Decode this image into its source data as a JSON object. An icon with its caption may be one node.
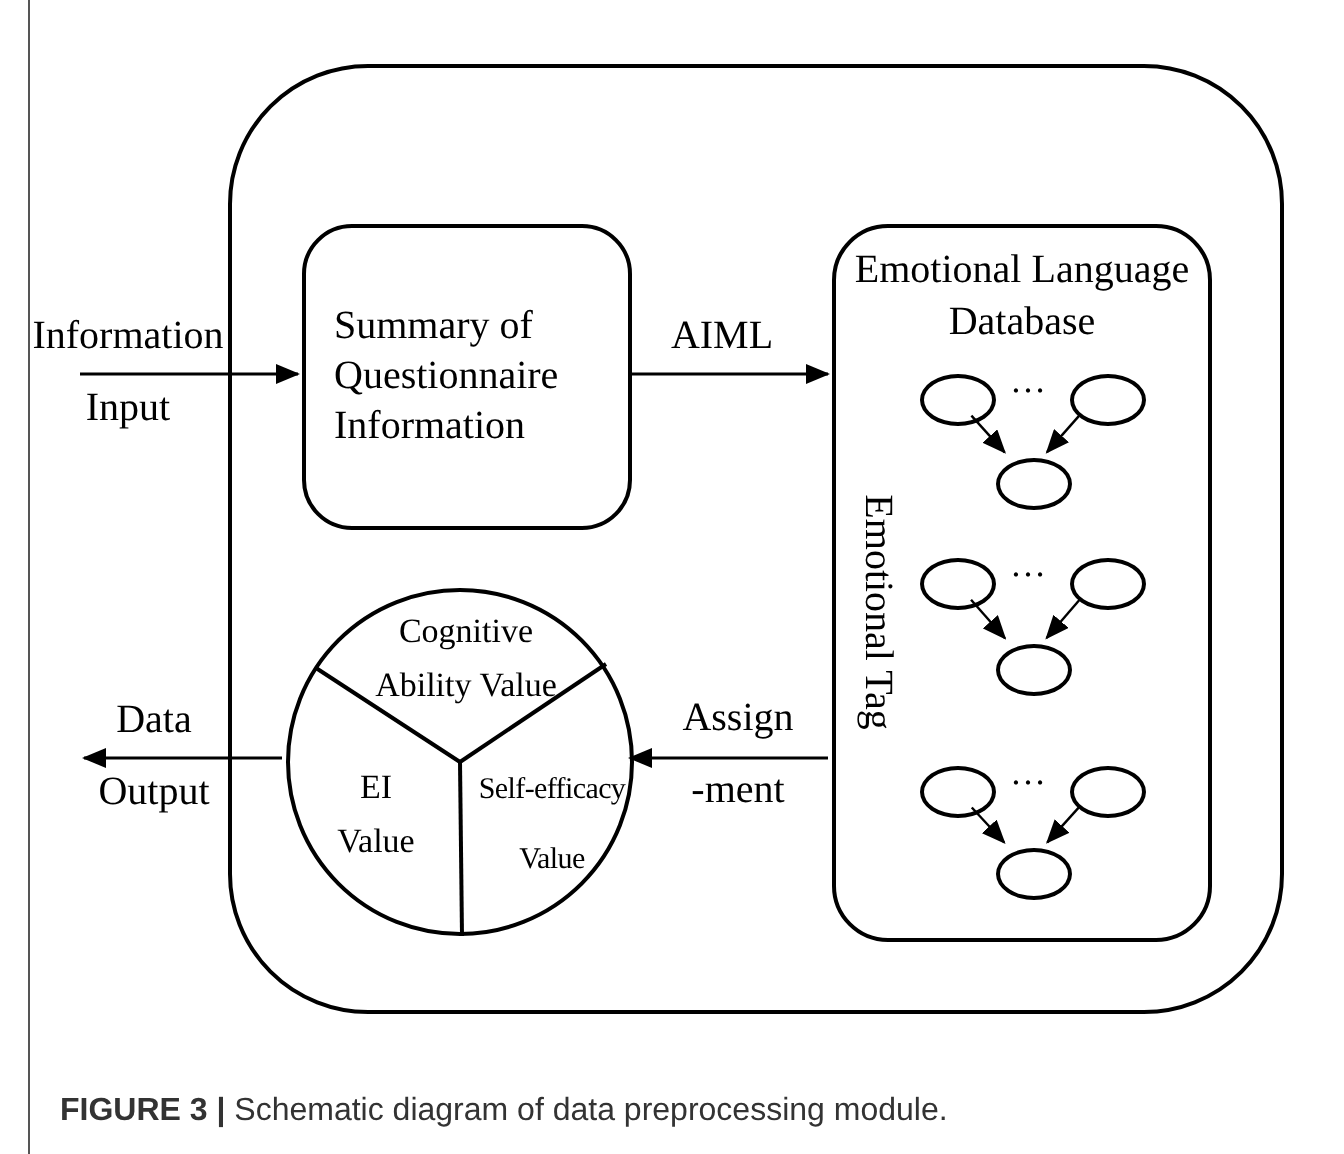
{
  "diagram": {
    "caption": "**FIGURE 3 |** Schematic diagram of data preprocessing module.",
    "nodes": [
      {
        "text": [],
        "shape": "box"
      },
      {
        "text": [
          "Summary of Questionnaire Information"
        ],
        "in": 0
      },
      {
        "text": [
          "Emotional Language Database",
          "Emotional Tag"
        ],
        "in": 0
      },
      {
        "text": [],
        "shape": "circle",
        "in": 2
      },
      {
        "text": [],
        "shape": "circle",
        "in": 2
      },
      {
        "text": [],
        "shape": "circle",
        "in": 2
      },
      {
        "text": [],
        "shape": "circle",
        "in": 2
      },
      {
        "text": [],
        "shape": "circle",
        "in": 2
      },
      {
        "text": [],
        "shape": "circle",
        "in": 2
      },
      {
        "text": [],
        "shape": "circle",
        "in": 2
      },
      {
        "text": [],
        "shape": "circle",
        "in": 2
      },
      {
        "text": [],
        "shape": "circle",
        "in": 2
      },
      {
        "text": [
          "Cognitive Ability Value",
          "EI Value",
          "Self-efficacy Value"
        ],
        "in": 0
      }
    ],
    "edges": [
      {
        "from": null,
        "to": 1,
        "arrow": "to",
        "label": "Information Input"
      },
      {
        "from": 1,
        "to": 2,
        "arrow": "to",
        "label": "AIML"
      },
      {
        "from": 2,
        "to": 12,
        "arrow": "to",
        "label": "Assign -ment"
      },
      {
        "from": 12,
        "to": null,
        "arrow": "to",
        "label": "Data Output"
      },
      {
        "from": 3,
        "to": 5,
        "arrow": "to"
      },
      {
        "from": 4,
        "to": 5,
        "arrow": "to"
      },
      {
        "from": 6,
        "to": 8,
        "arrow": "to"
      },
      {
        "from": 7,
        "to": 8,
        "arrow": "to"
      },
      {
        "from": 9,
        "to": 11,
        "arrow": "to"
      },
      {
        "from": 10,
        "to": 11,
        "arrow": "to"
      }
    ],
    "labels": [
      "…",
      "…",
      "…"
    ]
  }
}
